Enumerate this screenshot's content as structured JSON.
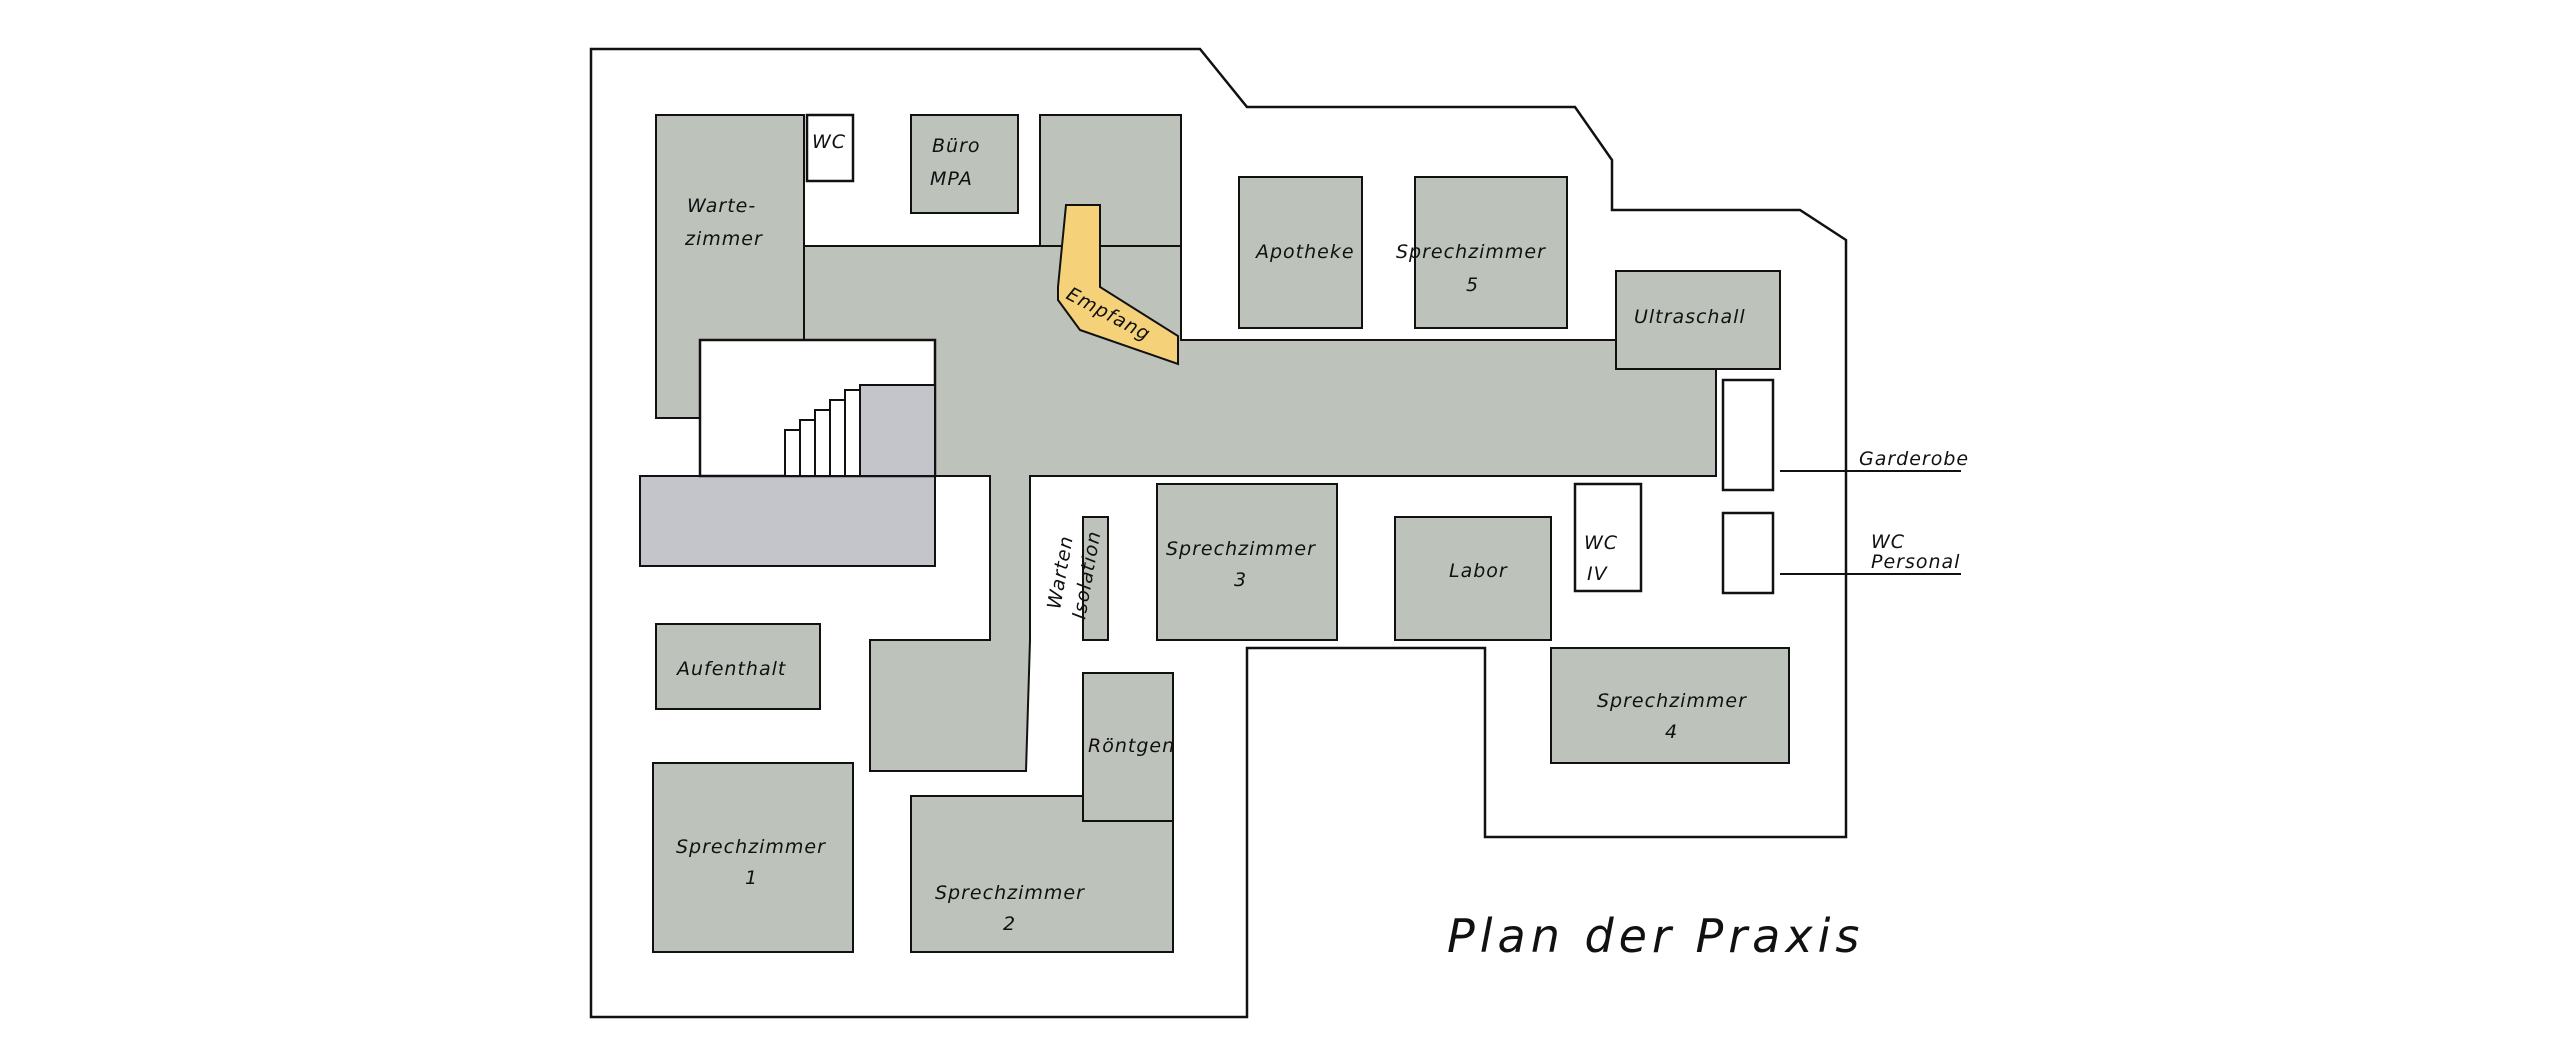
{
  "title": "Plan der Praxis",
  "colors": {
    "floor": "#bdc2bb",
    "stair": "#c4c5ca",
    "reception": "#f5d27a",
    "wall": "#ffffff",
    "line": "#111111"
  },
  "rooms": {
    "wartezimmer": [
      "Warte-",
      "zimmer"
    ],
    "wc": "WC",
    "buero": [
      "Büro",
      "MPA"
    ],
    "empfang": "Empfang",
    "apotheke": "Apotheke",
    "sprechzimmer5": [
      "Sprechzimmer",
      "5"
    ],
    "ultraschall": "Ultraschall",
    "garderobe": "Garderobe",
    "wc_personal": [
      "WC",
      "Personal"
    ],
    "warten_isolation": [
      "Warten",
      "Isolation"
    ],
    "sprechzimmer3": [
      "Sprechzimmer",
      "3"
    ],
    "labor": "Labor",
    "wc_iv": [
      "WC",
      "IV"
    ],
    "aufenthalt": "Aufenthalt",
    "roentgen": "Röntgen",
    "sprechzimmer4": [
      "Sprechzimmer",
      "4"
    ],
    "sprechzimmer1": [
      "Sprechzimmer",
      "1"
    ],
    "sprechzimmer2": [
      "Sprechzimmer",
      "2"
    ]
  }
}
